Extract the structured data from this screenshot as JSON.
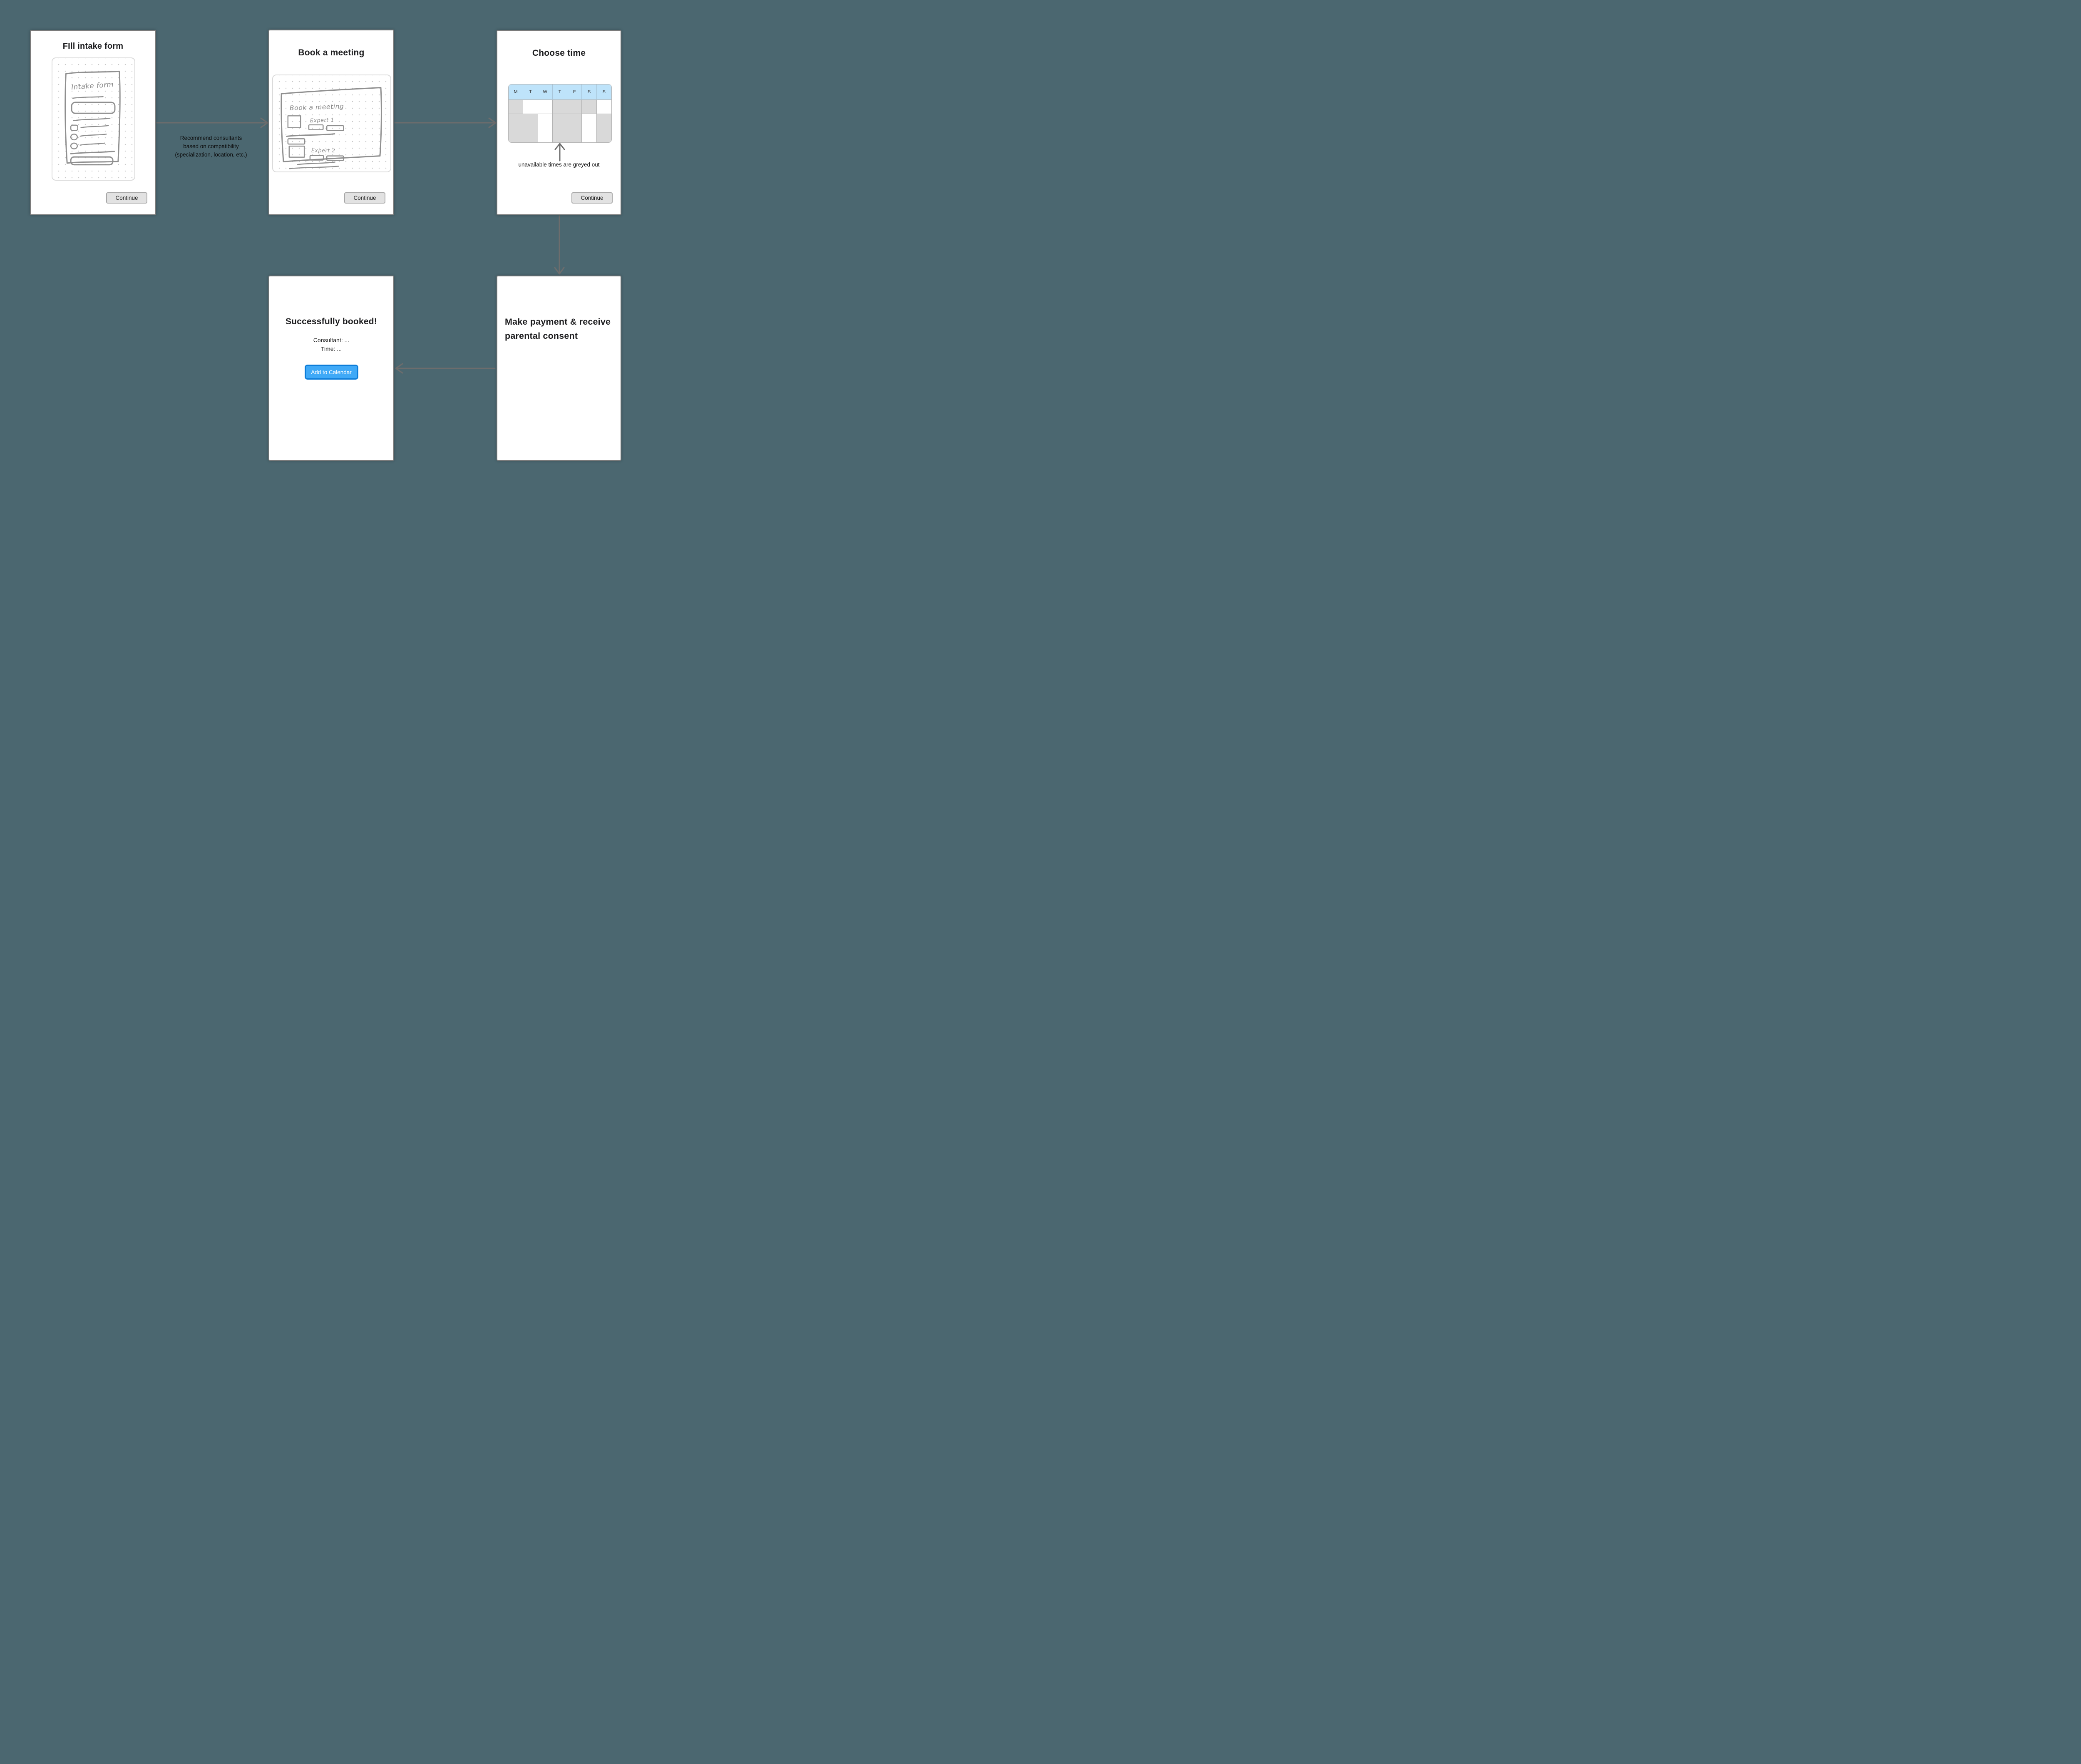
{
  "colors": {
    "background": "#4B6770",
    "card_bg": "#FFFFFF",
    "card_border": "#7A7A7A",
    "arrow": "#6D6D6D",
    "text": "#1C1C1E",
    "button_bg": "#E2E2E2",
    "button_border": "#A8A8A8",
    "calendar_header_bg": "#BEE3FA",
    "calendar_unavailable": "#D9D9D9",
    "calendar_available": "#FFFFFF",
    "calendar_grid_line": "#B3B3B3",
    "add_calendar_bg": "#3FA9F7",
    "add_calendar_border": "#0C7CD8",
    "sketch_stroke": "#8F8F8F"
  },
  "flow": {
    "step1": {
      "title": "FIll intake form",
      "continue_label": "Continue",
      "sketch": {
        "heading": "Intake form"
      }
    },
    "step2": {
      "title": "Book a meeting",
      "continue_label": "Continue",
      "sketch": {
        "heading": "Book a meeting",
        "expert1_label": "Expert 1",
        "expert2_label": "Expert 2"
      }
    },
    "step3": {
      "title": "Choose time",
      "continue_label": "Continue",
      "annotation": "unavailable times are greyed out",
      "calendar": {
        "day_headers": [
          "M",
          "T",
          "W",
          "T",
          "F",
          "S",
          "S"
        ],
        "unavailable_matrix": [
          [
            1,
            0,
            0,
            1,
            1,
            1,
            0
          ],
          [
            1,
            1,
            0,
            1,
            1,
            0,
            1
          ],
          [
            1,
            1,
            0,
            1,
            1,
            0,
            1
          ]
        ]
      }
    },
    "step4": {
      "title": "Make payment & receive parental consent"
    },
    "step5": {
      "title": "Successfully booked!",
      "consultant_line": "Consultant: ...",
      "time_line": "Time: ...",
      "add_to_calendar_label": "Add to Calendar"
    }
  },
  "annotations": {
    "recommend_note": {
      "line1": "Recommend consultants",
      "line2": "based on compatibility",
      "line3": "(specialization, location, etc.)"
    }
  }
}
